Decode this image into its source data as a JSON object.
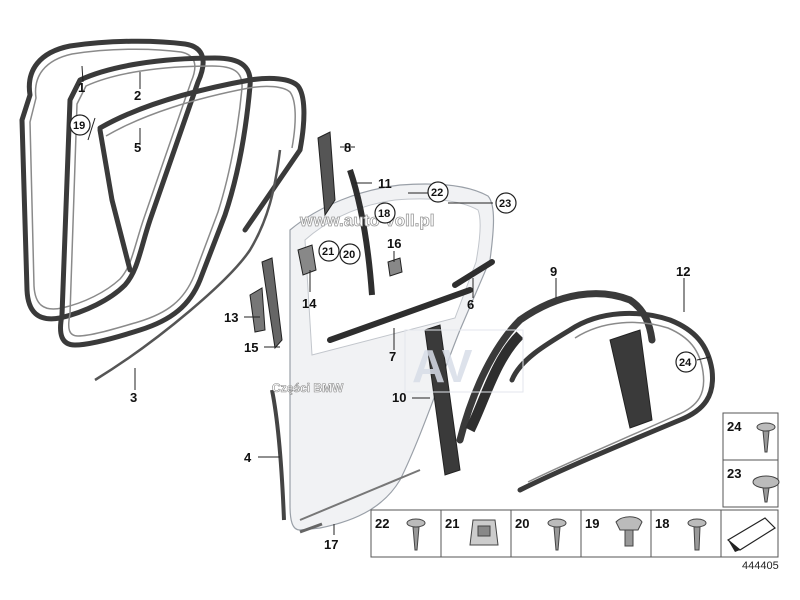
{
  "diagram": {
    "callouts": [
      {
        "id": "c1",
        "text": "1"
      },
      {
        "id": "c2",
        "text": "2"
      },
      {
        "id": "c3",
        "text": "3"
      },
      {
        "id": "c4",
        "text": "4"
      },
      {
        "id": "c5",
        "text": "5"
      },
      {
        "id": "c6",
        "text": "6"
      },
      {
        "id": "c7",
        "text": "7"
      },
      {
        "id": "c8",
        "text": "8"
      },
      {
        "id": "c9",
        "text": "9"
      },
      {
        "id": "c10",
        "text": "10"
      },
      {
        "id": "c11",
        "text": "11"
      },
      {
        "id": "c12",
        "text": "12"
      },
      {
        "id": "c13",
        "text": "13"
      },
      {
        "id": "c14",
        "text": "14"
      },
      {
        "id": "c15",
        "text": "15"
      },
      {
        "id": "c16",
        "text": "16"
      },
      {
        "id": "c17",
        "text": "17"
      }
    ],
    "circled_callouts": [
      {
        "id": "r19a",
        "text": "19"
      },
      {
        "id": "r22",
        "text": "22"
      },
      {
        "id": "r23",
        "text": "23"
      },
      {
        "id": "r18",
        "text": "18"
      },
      {
        "id": "r21",
        "text": "21"
      },
      {
        "id": "r20",
        "text": "20"
      },
      {
        "id": "r24",
        "text": "24"
      }
    ],
    "fastener_table": {
      "bottom_row": [
        "22",
        "21",
        "20",
        "19",
        "18"
      ],
      "right_column": [
        "24",
        "23"
      ]
    },
    "watermark_url": "www.auto-voll.pl",
    "watermark_parts": "Części BMW",
    "watermark_logo": "AV",
    "doc_number": "444405"
  }
}
